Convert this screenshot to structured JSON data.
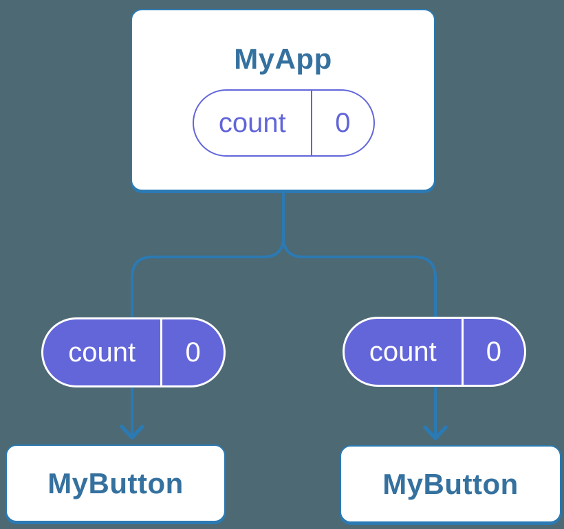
{
  "colors": {
    "background": "#4d6974",
    "connector_line": "#2b7ab3",
    "node_title_text": "#35719f",
    "state_pill_fill": "#6366d9",
    "state_pill_outline": "#6165d9",
    "node_fill": "#ffffff"
  },
  "diagram": {
    "root": {
      "title": "MyApp",
      "state": {
        "label": "count",
        "value": "0"
      }
    },
    "children": [
      {
        "title": "MyButton",
        "prop": {
          "label": "count",
          "value": "0"
        }
      },
      {
        "title": "MyButton",
        "prop": {
          "label": "count",
          "value": "0"
        }
      }
    ]
  }
}
